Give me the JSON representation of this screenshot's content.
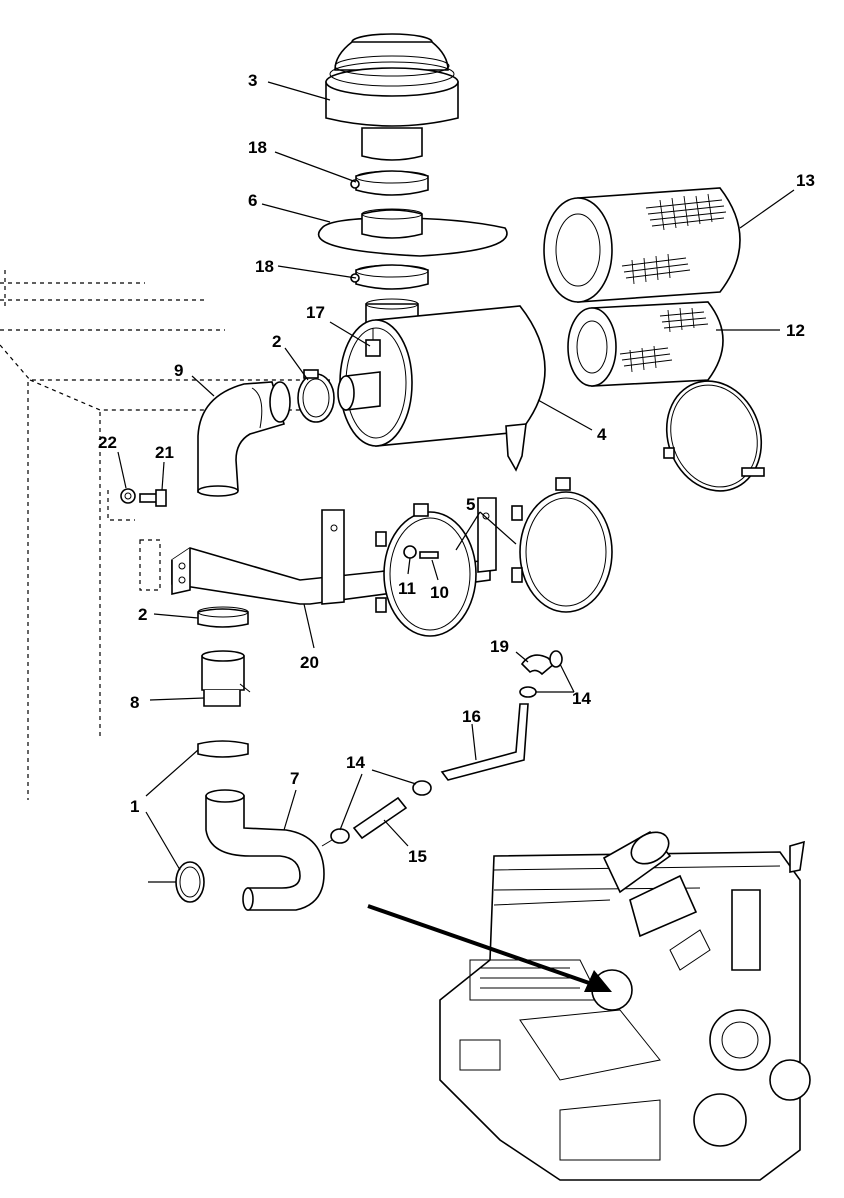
{
  "callouts": [
    {
      "id": "c3",
      "text": "3"
    },
    {
      "id": "c18a",
      "text": "18"
    },
    {
      "id": "c6",
      "text": "6"
    },
    {
      "id": "c18b",
      "text": "18"
    },
    {
      "id": "c13",
      "text": "13"
    },
    {
      "id": "c17",
      "text": "17"
    },
    {
      "id": "c2a",
      "text": "2"
    },
    {
      "id": "c9",
      "text": "9"
    },
    {
      "id": "c12",
      "text": "12"
    },
    {
      "id": "c4",
      "text": "4"
    },
    {
      "id": "c22",
      "text": "22"
    },
    {
      "id": "c21",
      "text": "21"
    },
    {
      "id": "c5",
      "text": "5"
    },
    {
      "id": "c11",
      "text": "11"
    },
    {
      "id": "c10",
      "text": "10"
    },
    {
      "id": "c2b",
      "text": "2"
    },
    {
      "id": "c20",
      "text": "20"
    },
    {
      "id": "c19",
      "text": "19"
    },
    {
      "id": "c14a",
      "text": "14"
    },
    {
      "id": "c8",
      "text": "8"
    },
    {
      "id": "c16",
      "text": "16"
    },
    {
      "id": "c14b",
      "text": "14"
    },
    {
      "id": "c1",
      "text": "1"
    },
    {
      "id": "c7",
      "text": "7"
    },
    {
      "id": "c15",
      "text": "15"
    }
  ]
}
